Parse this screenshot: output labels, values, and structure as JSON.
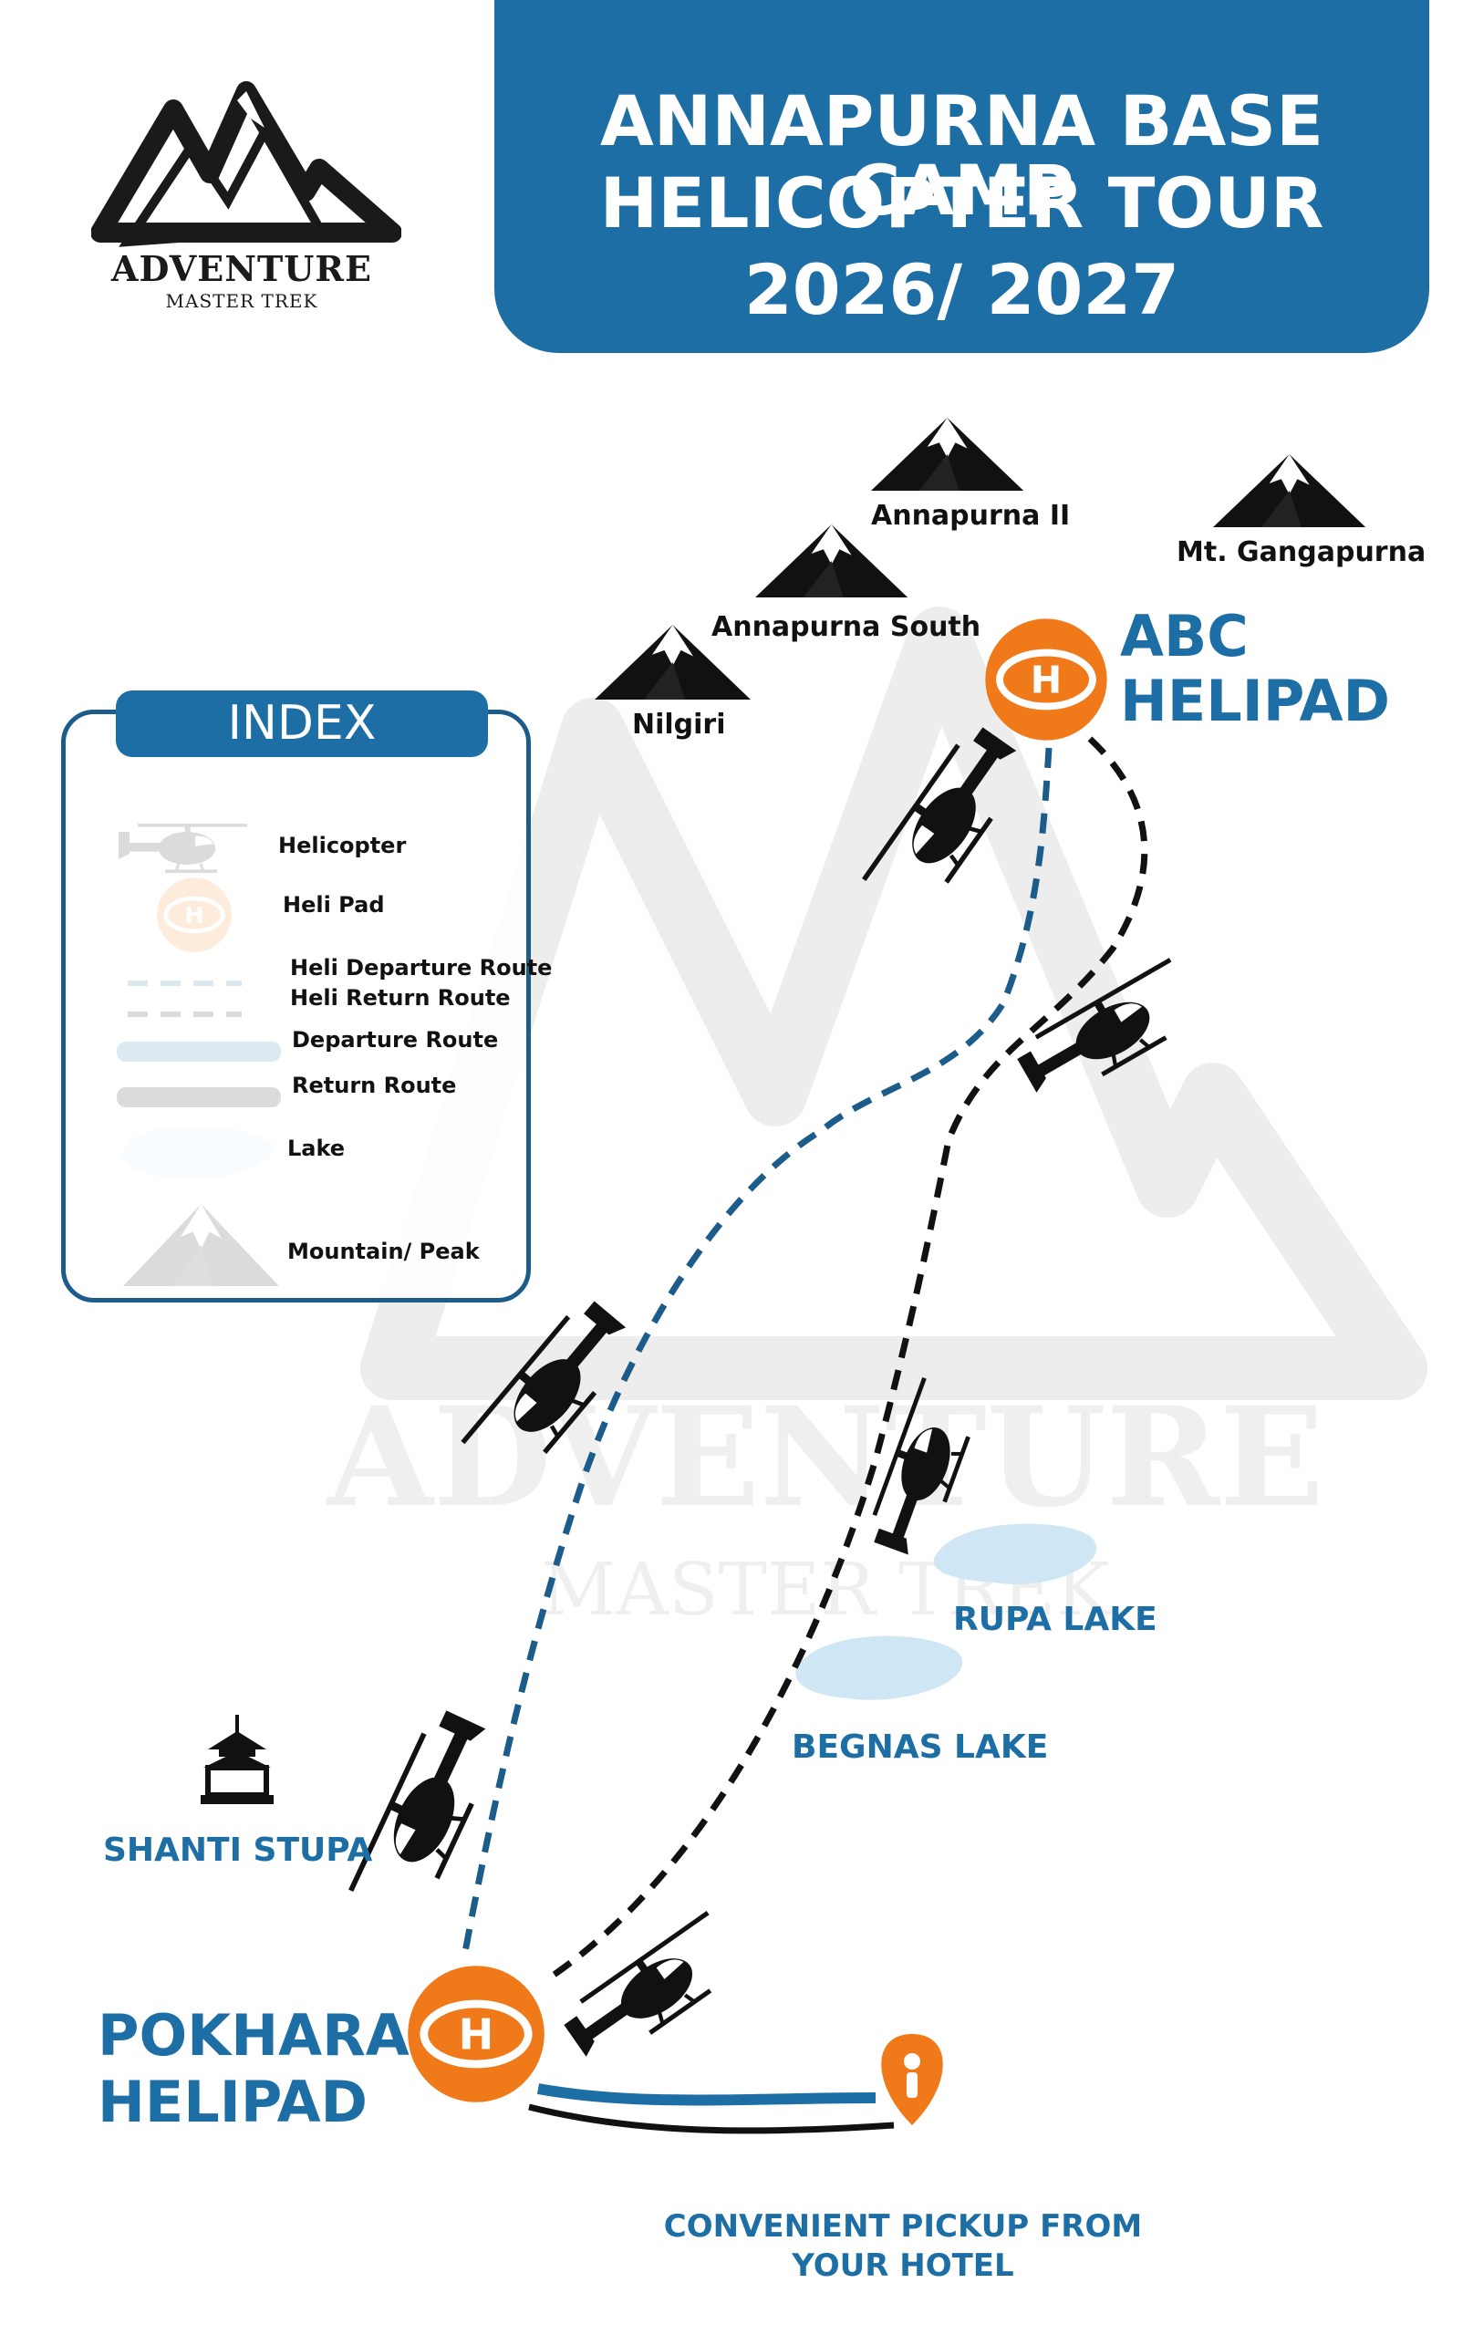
{
  "logo": {
    "line1": "ADVENTURE",
    "line2": "MASTER TREK"
  },
  "title": {
    "line1": "ANNAPURNA BASE CAMP",
    "line2": "HELICOPTER TOUR",
    "line3": "2026/ 2027"
  },
  "watermark": {
    "line1": "ADVENTURE",
    "line2": "MASTER TREK"
  },
  "peaks": [
    {
      "name": "Annapurna II"
    },
    {
      "name": "Mt. Gangapurna"
    },
    {
      "name": "Annapurna South"
    },
    {
      "name": "Nilgiri"
    }
  ],
  "places": {
    "abc_helipad": {
      "line1": "ABC",
      "line2": "HELIPAD"
    },
    "pokhara_helipad": {
      "line1": "POKHARA",
      "line2": "HELIPAD"
    },
    "shanti_stupa": "SHANTI STUPA",
    "rupa_lake": "RUPA LAKE",
    "begnas_lake": "BEGNAS LAKE",
    "pickup": {
      "line1": "CONVENIENT PICKUP FROM",
      "line2": "YOUR HOTEL"
    }
  },
  "index": {
    "title": "INDEX",
    "items": {
      "helicopter": "Helicopter",
      "helipad": "Heli Pad",
      "heli_departure": "Heli Departure  Route",
      "heli_return": "Heli Return Route",
      "departure": "Departure Route",
      "return": "Return Route",
      "lake": "Lake",
      "mountain": "Mountain/ Peak"
    }
  },
  "colors": {
    "brand_blue": "#1c6ea4",
    "helipad_orange": "#f07a1a",
    "lake": "#cfe6f5",
    "return_black": "#111111"
  },
  "icons": [
    "helicopter-icon",
    "helipad-icon",
    "mountain-icon",
    "lake-icon",
    "stupa-icon",
    "location-pin-icon"
  ]
}
